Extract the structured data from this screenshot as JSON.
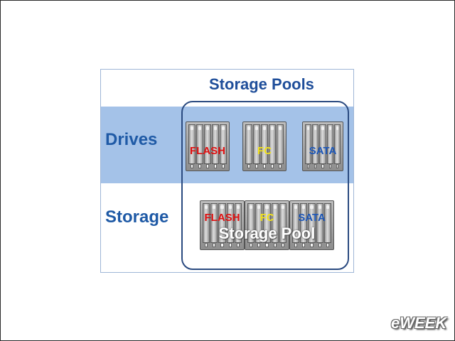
{
  "diagram": {
    "title": "Storage Pools",
    "rows": [
      {
        "label": "Drives"
      },
      {
        "label": "Storage"
      }
    ],
    "drive_enclosures": [
      {
        "label": "FLASH",
        "color": "#e01010"
      },
      {
        "label": "FC",
        "color": "#f2e21a"
      },
      {
        "label": "SATA",
        "color": "#1d57b8"
      }
    ],
    "pool_enclosures": [
      {
        "label": "FLASH",
        "color": "#e01010"
      },
      {
        "label": "FC",
        "color": "#f2e21a"
      },
      {
        "label": "SATA",
        "color": "#1d57b8"
      }
    ],
    "pool_caption": "Storage Pool"
  },
  "watermark": "eWEEK",
  "colors": {
    "drives_band": "#a4c2e8",
    "title": "#1f4e9a",
    "outline": "#2a4a80"
  }
}
